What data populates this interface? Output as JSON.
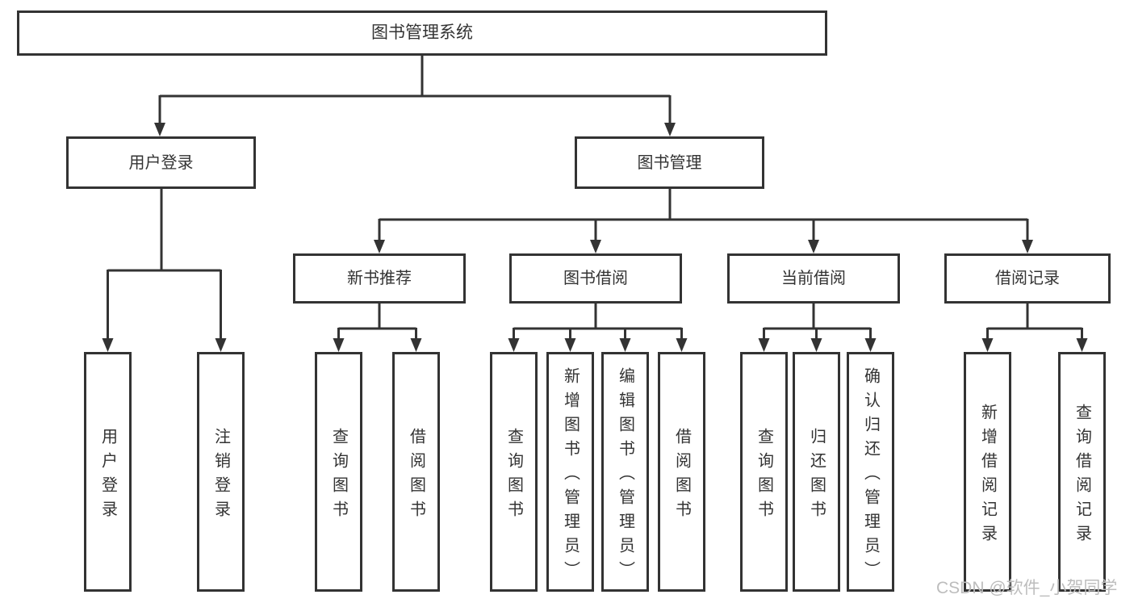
{
  "tree": {
    "root": {
      "label": "图书管理系统"
    },
    "level2": [
      {
        "label": "用户登录",
        "children": [
          {
            "label": "用户登录"
          },
          {
            "label": "注销登录"
          }
        ]
      },
      {
        "label": "图书管理",
        "children": [
          {
            "label": "新书推荐",
            "children": [
              {
                "label": "查询图书"
              },
              {
                "label": "借阅图书"
              }
            ]
          },
          {
            "label": "图书借阅",
            "children": [
              {
                "label": "查询图书"
              },
              {
                "label": "新增图书（管理员）"
              },
              {
                "label": "编辑图书（管理员）"
              },
              {
                "label": "借阅图书"
              }
            ]
          },
          {
            "label": "当前借阅",
            "children": [
              {
                "label": "查询图书"
              },
              {
                "label": "归还图书"
              },
              {
                "label": "确认归还（管理员）"
              }
            ]
          },
          {
            "label": "借阅记录",
            "children": [
              {
                "label": "新增借阅记录"
              },
              {
                "label": "查询借阅记录"
              }
            ]
          }
        ]
      }
    ]
  },
  "watermark": {
    "text": "CSDN @软件_小贺同学"
  },
  "colors": {
    "line": "#333333",
    "text": "#333333",
    "box_bg": "#ffffff",
    "page_bg": "#ffffff",
    "watermark": "#bdbdbd"
  }
}
